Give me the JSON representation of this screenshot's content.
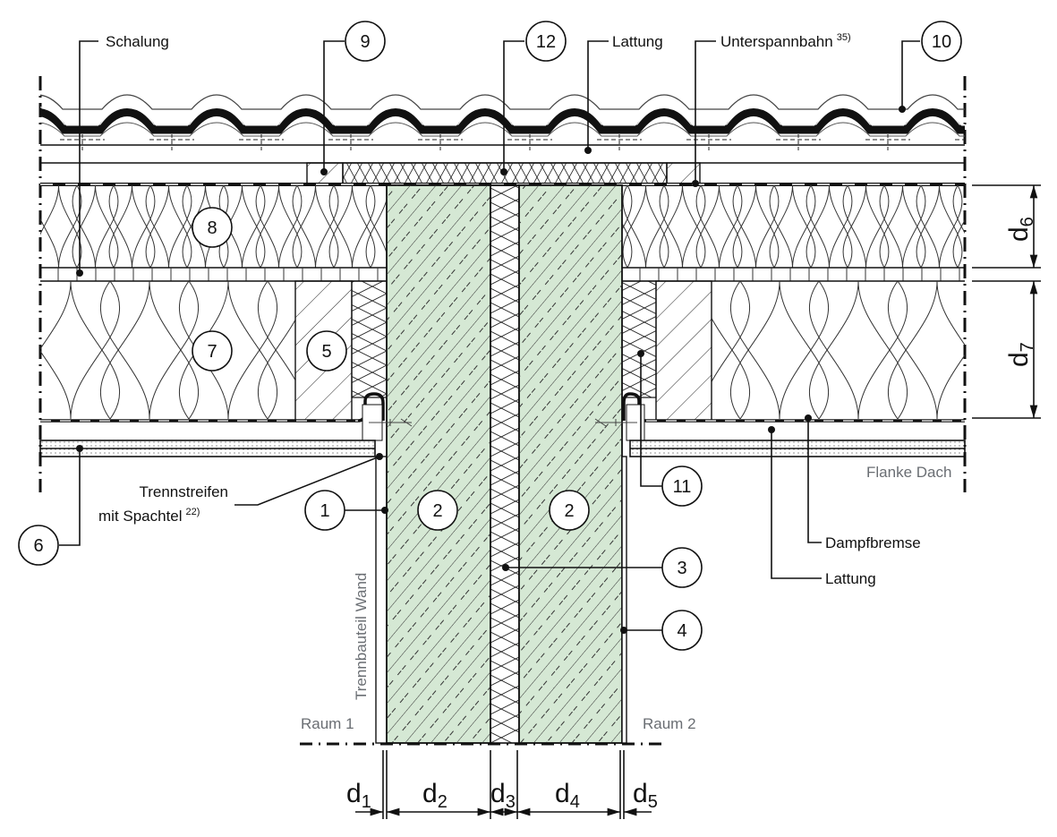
{
  "colors": {
    "masonry_fill": "#d5e8d4",
    "line": "#111111",
    "secondary_text": "#6a6e73"
  },
  "labels": {
    "schalung": "Schalung",
    "lattung_top": "Lattung",
    "unterspannbahn": "Unterspannbahn",
    "unterspannbahn_note": "35)",
    "trennstreifen_line1": "Trennstreifen",
    "trennstreifen_line2": "mit Spachtel",
    "trennstreifen_note": "22)",
    "dampfbremse": "Dampfbremse",
    "lattung_bottom": "Lattung",
    "flanke_dach": "Flanke Dach",
    "raum1": "Raum 1",
    "raum2": "Raum 2",
    "trennbauteil": "Trennbauteil Wand"
  },
  "callouts": [
    "9",
    "12",
    "10",
    "8",
    "7",
    "5",
    "1",
    "2",
    "2",
    "11",
    "3",
    "4",
    "6"
  ],
  "dimensions": {
    "d1": {
      "base": "d",
      "sub": "1"
    },
    "d2": {
      "base": "d",
      "sub": "2"
    },
    "d3": {
      "base": "d",
      "sub": "3"
    },
    "d4": {
      "base": "d",
      "sub": "4"
    },
    "d5": {
      "base": "d",
      "sub": "5"
    },
    "d6": {
      "base": "d",
      "sub": "6"
    },
    "d7": {
      "base": "d",
      "sub": "7"
    }
  }
}
